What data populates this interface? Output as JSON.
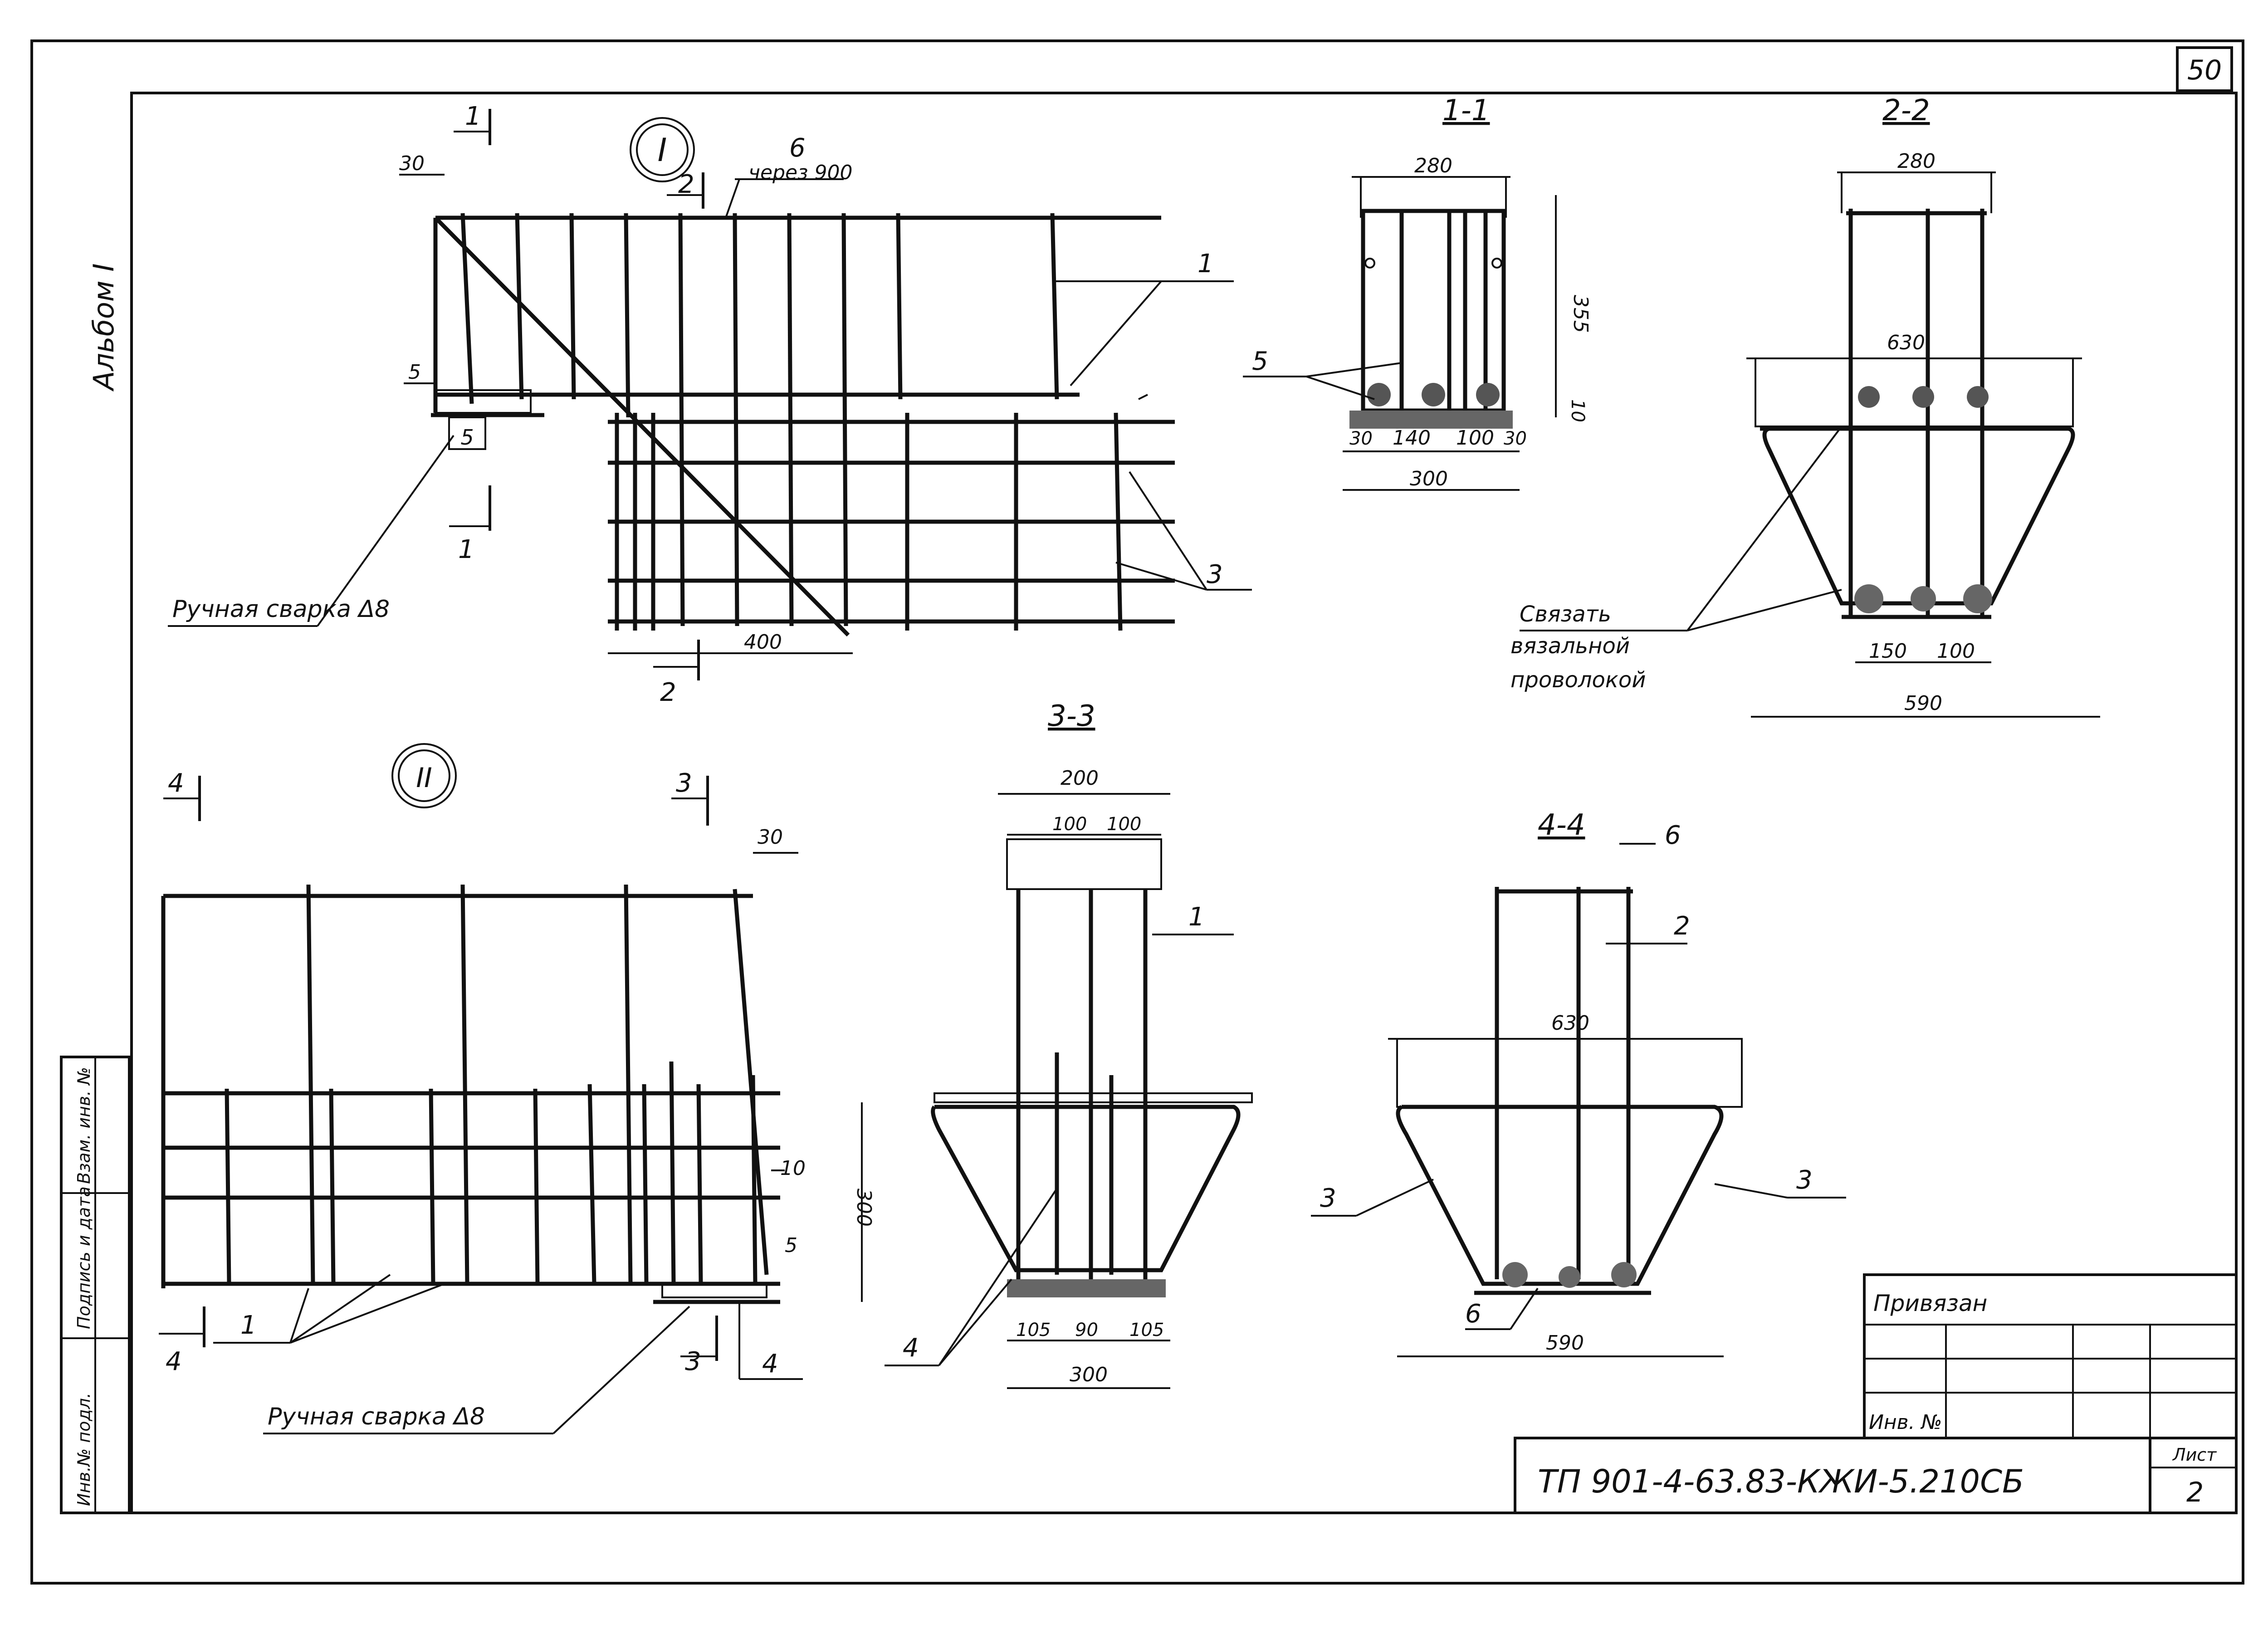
{
  "sheet": {
    "page_number": "50",
    "album_label": "Альбом I",
    "document_code": "ТП 901-4-63.83-КЖИ-5.210СБ",
    "sheet_label": "Лист",
    "sheet_number": "2",
    "binding_label": "Привязан",
    "inventory_label": "Инв. №",
    "side_stamp": [
      "Инв.№ подл.",
      "Подпись и дата",
      "Взам. инв. №"
    ]
  },
  "views": {
    "view_1": {
      "label": "I",
      "cut_1_1": "1",
      "cut_2": "2",
      "cut_1_1_bottom": "1",
      "cut_2_bottom": "2",
      "dim_30": "30",
      "dim_5": "5",
      "marker_5": "5",
      "callout_6": "6",
      "callout_6_note": "через 900",
      "callout_1": "1",
      "callout_3": "3",
      "dim_400": "400",
      "weld_note": "Ручная сварка Δ8"
    },
    "view_2": {
      "label": "II",
      "cut_4_top": "4",
      "cut_3_top": "3",
      "dim_30": "30",
      "dim_10": "10",
      "dim_5": "5",
      "callout_1": "1",
      "cut_4_bottom": "4",
      "cut_3_bottom": "3",
      "cut_4_right": "4",
      "weld_note": "Ручная сварка Δ8"
    },
    "section_1_1": {
      "title": "1-1",
      "dim_280": "280",
      "dim_355": "355",
      "dim_10": "10",
      "dim_30a": "30",
      "dim_140": "140",
      "dim_100": "100",
      "dim_30b": "30",
      "dim_300": "300",
      "callout_5": "5"
    },
    "section_2_2": {
      "title": "2-2",
      "dim_280": "280",
      "dim_630": "630",
      "dim_150": "150",
      "dim_100": "100",
      "dim_590": "590",
      "tie_note": [
        "Связать",
        "вязальной",
        "проволокой"
      ]
    },
    "section_3_3": {
      "title": "3-3",
      "dim_200": "200",
      "dim_100a": "100",
      "dim_100b": "100",
      "dim_300v": "300",
      "dim_105a": "105",
      "dim_90": "90",
      "dim_105b": "105",
      "dim_300": "300",
      "callout_1": "1",
      "callout_4": "4"
    },
    "section_4_4": {
      "title": "4-4",
      "callout_6": "6",
      "callout_2": "2",
      "dim_630": "630",
      "callout_3a": "3",
      "callout_3b": "3",
      "callout_6b": "6",
      "dim_590": "590"
    }
  }
}
